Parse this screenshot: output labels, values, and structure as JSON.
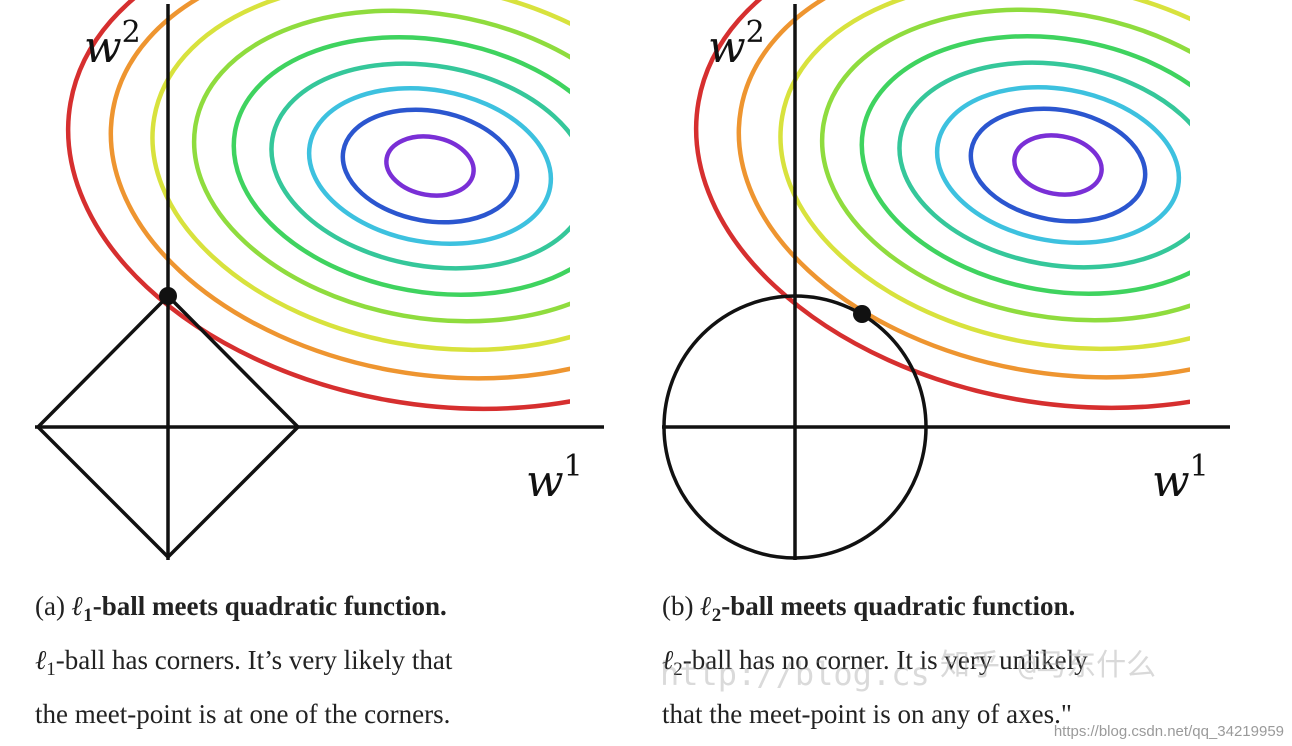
{
  "panels": [
    {
      "id": "a",
      "axis_x_label": "w",
      "axis_x_sup": "1",
      "axis_y_label": "w",
      "axis_y_sup": "2",
      "ball": "diamond",
      "caption_prefix": "(a)",
      "caption_title_ell": "ℓ",
      "caption_title_sub": "1",
      "caption_title_rest": "-ball meets quadratic function.",
      "caption_body_ell": "ℓ",
      "caption_body_sub": "1",
      "caption_body_line1": "-ball has corners. It’s very likely that",
      "caption_body_line2": "the meet-point is at one of the corners."
    },
    {
      "id": "b",
      "axis_x_label": "w",
      "axis_x_sup": "1",
      "axis_y_label": "w",
      "axis_y_sup": "2",
      "ball": "circle",
      "caption_prefix": "(b)",
      "caption_title_ell": "ℓ",
      "caption_title_sub": "2",
      "caption_title_rest": "-ball meets quadratic function.",
      "caption_body_ell": "ℓ",
      "caption_body_sub": "2",
      "caption_body_line1": "-ball has no corner. It is very unlikely",
      "caption_body_line2": "that the meet-point is on any of axes.\""
    }
  ],
  "contour_colors": [
    "#d62f2f",
    "#ee9530",
    "#d8e23d",
    "#8fdc3e",
    "#3fd35f",
    "#35c79a",
    "#3dc1df",
    "#2b56cf",
    "#7a2fd6"
  ],
  "watermark": {
    "url": "http://blog.cs",
    "zhihu": "知乎 @马东什么"
  },
  "credit": "https://blog.csdn.net/qq_34219959"
}
